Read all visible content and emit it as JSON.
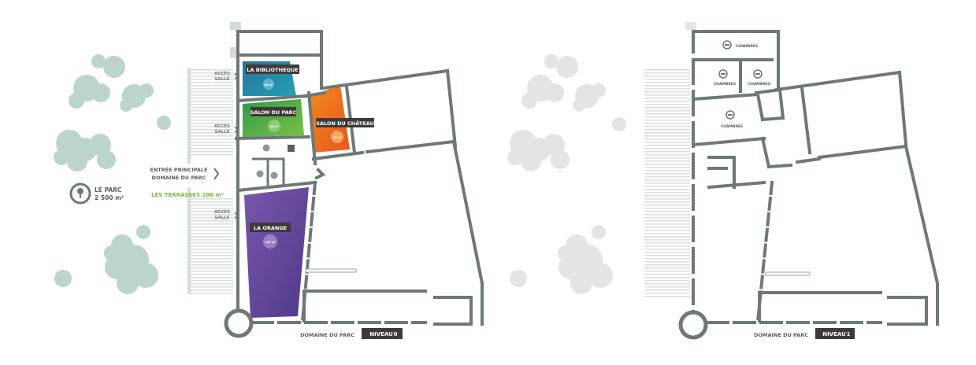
{
  "level0": {
    "park": {
      "name": "LE PARC",
      "area": "2 500 m²"
    },
    "entrance": {
      "line1": "ENTRÉE PRINCIPALE",
      "line2": "DOMAINE DU PARC"
    },
    "terraces": "LES TERRASSES 200 m²",
    "access": {
      "line1": "ACCÈS",
      "line2": "SALLE"
    },
    "rooms": {
      "bibliotheque": {
        "name": "LA BIBLIOTHEQUE",
        "area": "30 m²",
        "color": "#1c8aa6"
      },
      "salon_parc": {
        "name": "SALON DU PARC",
        "area": "50 m²",
        "color": "#4aa847"
      },
      "salon_chateau": {
        "name": "SALON DU CHÂTEAU",
        "area": "45 m²",
        "color": "#ef7a1e"
      },
      "orange": {
        "name": "LA ORANGE",
        "area": "156 m²",
        "color": "#6c4a9e"
      }
    },
    "footer": {
      "name": "DOMAINE DU PARC",
      "level": "NIVEAU",
      "level_num": "0"
    }
  },
  "level1": {
    "room_label": "CHAMBRES",
    "footer": {
      "name": "DOMAINE DU PARC",
      "level": "NIVEAU",
      "level_num": "1"
    }
  },
  "colors": {
    "wall": "#6d7878",
    "tree": "#bcd5ca",
    "tree_grey": "#e3e5e5",
    "terrace_green": "#7ab648",
    "badge": "#3d3a39"
  }
}
